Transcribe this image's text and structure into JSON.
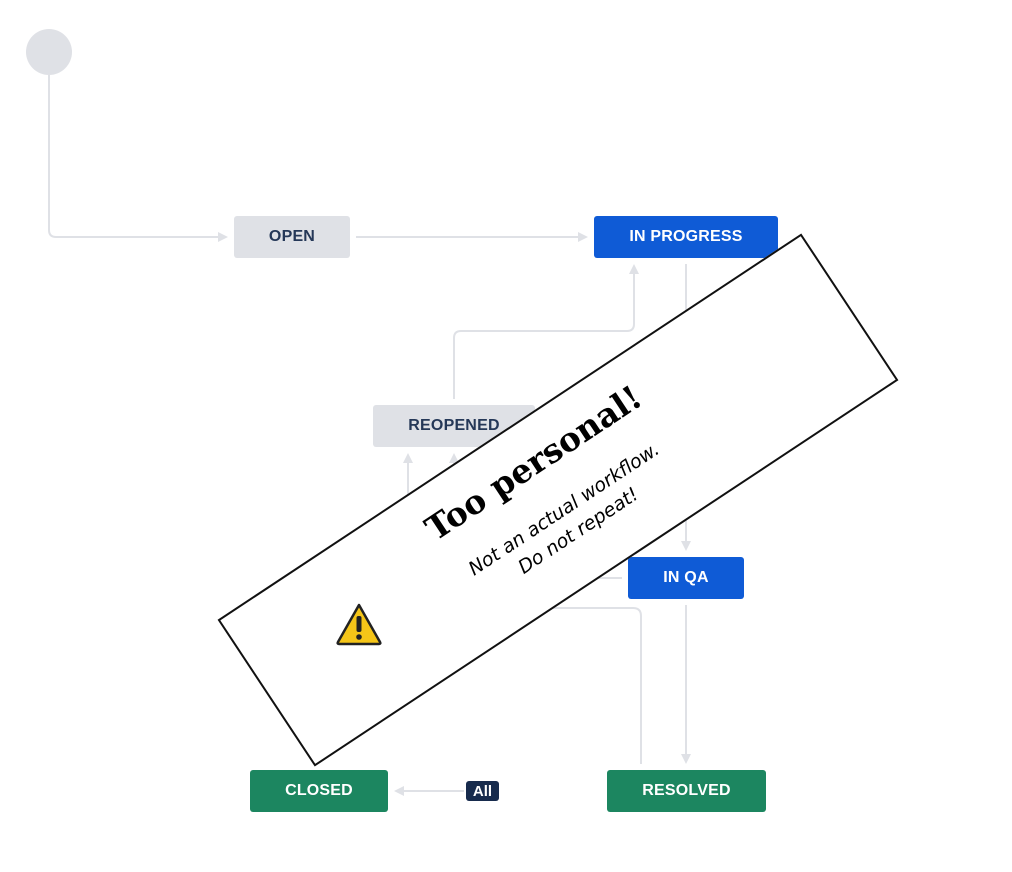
{
  "workflow": {
    "statuses": {
      "open": "OPEN",
      "in_progress": "IN PROGRESS",
      "reopened": "REOPENED",
      "in_qa": "IN QA",
      "closed": "CLOSED",
      "resolved": "RESOLVED"
    },
    "all_badge": "All"
  },
  "overlay": {
    "title": "Too personal!",
    "line1": "Not an actual workflow.",
    "line2": "Do not repeat!"
  },
  "colors": {
    "todo": "#dfe1e6",
    "in_progress": "#0f5bd6",
    "done": "#1c8660",
    "connector": "#dfe1e6",
    "badge": "#172b4d",
    "warning": "#f5c518"
  },
  "icons": {
    "warning": "warning-icon"
  }
}
